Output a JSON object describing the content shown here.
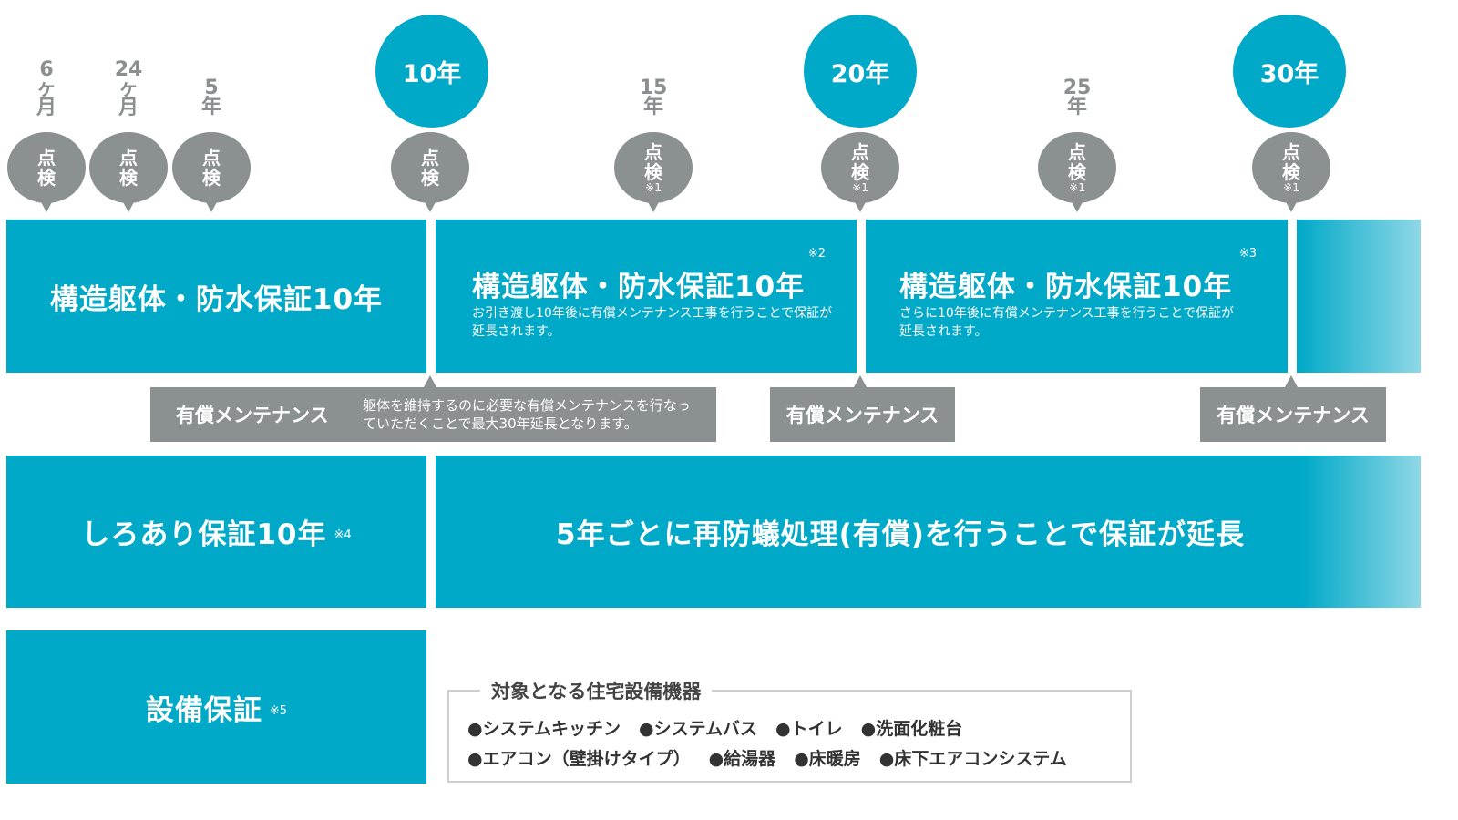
{
  "timeline": {
    "year_labels": [
      "6\nヶ\n月",
      "24\nヶ\n月",
      "5\n年",
      "15\n年",
      "25\n年"
    ],
    "milestones": [
      "10年",
      "20年",
      "30年"
    ],
    "inspection": "点検",
    "inspection_note": "※1"
  },
  "structure": {
    "box1_title": "構造躯体・防水保証10年",
    "box2_title": "構造躯体・防水保証10年",
    "box2_note": "※2",
    "box2_desc": "お引き渡し10年後に有償メンテナンス工事を行うことで保証が延長されます。",
    "box3_title": "構造躯体・防水保証10年",
    "box3_note": "※3",
    "box3_desc": "さらに10年後に有償メンテナンス工事を行うことで保証が延長されます。"
  },
  "maintenance": {
    "label": "有償メンテナンス",
    "desc": "躯体を維持するのに必要な有償メンテナンスを行なっていただくことで最大30年延長となります。"
  },
  "termite": {
    "title": "しろあり保証10年",
    "note": "※4",
    "extension": "5年ごとに再防蟻処理(有償)を行うことで保証が延長"
  },
  "equipment": {
    "title": "設備保証",
    "note": "※5",
    "legend": "対象となる住宅設備機器",
    "row1": [
      "●システムキッチン",
      "●システムバス",
      "●トイレ",
      "●洗面化粧台"
    ],
    "row2": [
      "●エアコン（壁掛けタイプ）",
      "●給湯器",
      "●床暖房",
      "●床下エアコンシステム"
    ]
  },
  "colors": {
    "teal": "#00a9c8",
    "gray": "#8b9090"
  }
}
